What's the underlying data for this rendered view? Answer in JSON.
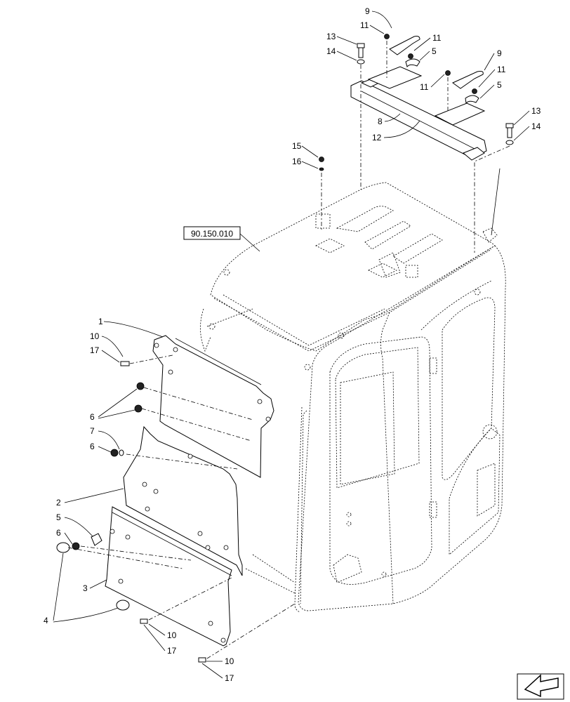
{
  "reference_box": {
    "text": "90.150.010"
  },
  "callouts": [
    {
      "id": "c9a",
      "text": "9"
    },
    {
      "id": "c11a",
      "text": "11"
    },
    {
      "id": "c11b",
      "text": "11"
    },
    {
      "id": "c13a",
      "text": "13"
    },
    {
      "id": "c14a",
      "text": "14"
    },
    {
      "id": "c5a",
      "text": "5"
    },
    {
      "id": "c9b",
      "text": "9"
    },
    {
      "id": "c11c",
      "text": "11"
    },
    {
      "id": "c11d",
      "text": "11"
    },
    {
      "id": "c5b",
      "text": "5"
    },
    {
      "id": "c8",
      "text": "8"
    },
    {
      "id": "c12",
      "text": "12"
    },
    {
      "id": "c13b",
      "text": "13"
    },
    {
      "id": "c14b",
      "text": "14"
    },
    {
      "id": "c15",
      "text": "15"
    },
    {
      "id": "c16",
      "text": "16"
    },
    {
      "id": "c1",
      "text": "1"
    },
    {
      "id": "c10a",
      "text": "10"
    },
    {
      "id": "c17a",
      "text": "17"
    },
    {
      "id": "c6a",
      "text": "6"
    },
    {
      "id": "c7",
      "text": "7"
    },
    {
      "id": "c6b",
      "text": "6"
    },
    {
      "id": "c2",
      "text": "2"
    },
    {
      "id": "c5c",
      "text": "5"
    },
    {
      "id": "c6c",
      "text": "6"
    },
    {
      "id": "c3",
      "text": "3"
    },
    {
      "id": "c4",
      "text": "4"
    },
    {
      "id": "c10b",
      "text": "10"
    },
    {
      "id": "c17b",
      "text": "17"
    },
    {
      "id": "c10c",
      "text": "10"
    },
    {
      "id": "c17c",
      "text": "17"
    }
  ],
  "nav": {
    "icon": "arrow-previous-icon"
  }
}
